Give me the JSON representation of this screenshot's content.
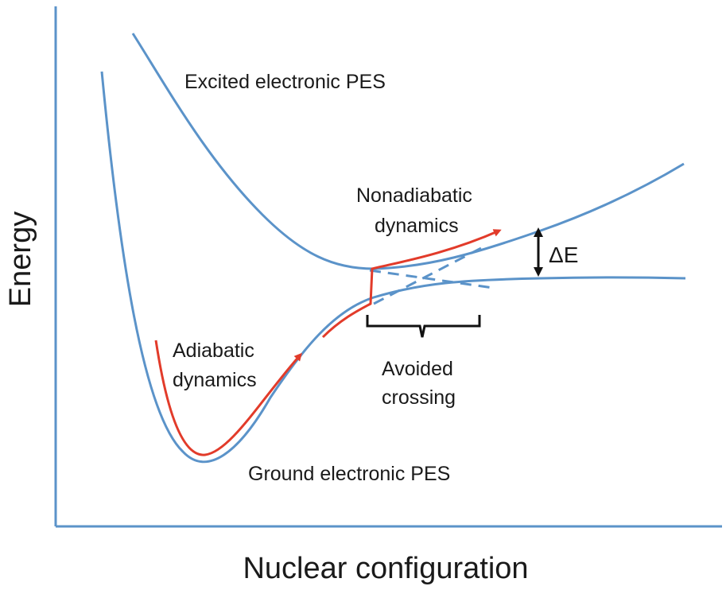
{
  "axes": {
    "x_label": "Nuclear configuration",
    "y_label": "Energy"
  },
  "labels": {
    "excited_pes": "Excited electronic PES",
    "ground_pes": "Ground electronic PES",
    "nonadiabatic_line1": "Nonadiabatic",
    "nonadiabatic_line2": "dynamics",
    "adiabatic_line1": "Adiabatic",
    "adiabatic_line2": "dynamics",
    "avoided_line1": "Avoided",
    "avoided_line2": "crossing",
    "delta_e": "ΔE"
  },
  "colors": {
    "pes_curve": "#5b93c9",
    "trajectory": "#e23b2a",
    "axis": "#5b93c9",
    "annotation": "#111111"
  }
}
